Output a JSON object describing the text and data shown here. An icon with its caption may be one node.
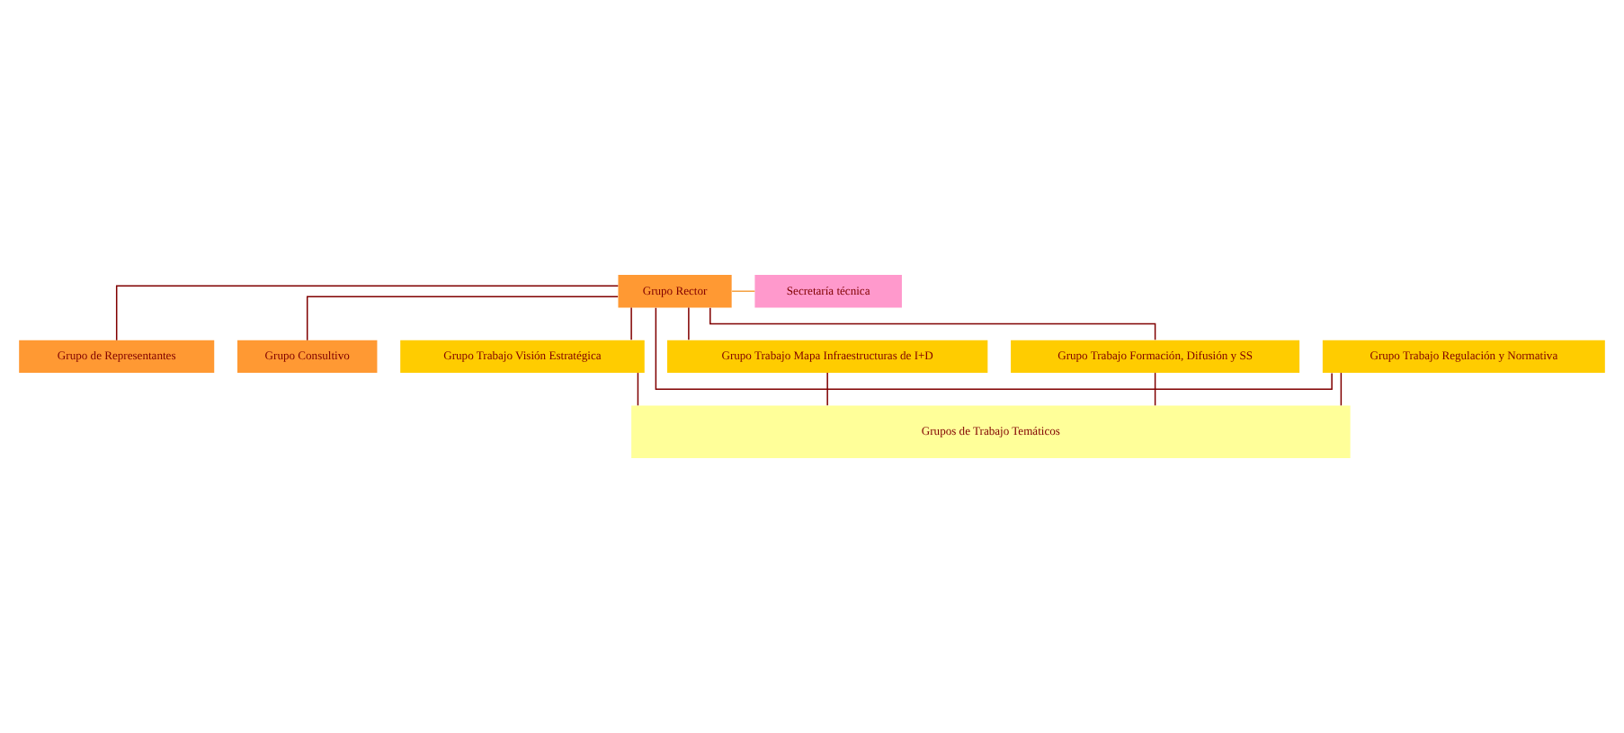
{
  "diagram": {
    "nodes": [
      {
        "text": [
          "Grupo Rector"
        ]
      },
      {
        "text": [
          "Secretaría técnica"
        ]
      },
      {
        "text": [
          "Grupo de Representantes"
        ]
      },
      {
        "text": [
          "Grupo Consultivo"
        ]
      },
      {
        "text": [
          "Grupo Trabajo Visión Estratégica"
        ]
      },
      {
        "text": [
          "Grupo Trabajo Mapa Infraestructuras de I+D"
        ]
      },
      {
        "text": [
          "Grupo Trabajo Formación, Difusión y SS"
        ]
      },
      {
        "text": [
          "Grupo Trabajo Regulación y Normativa"
        ]
      },
      {
        "text": [
          "Grupos de Trabajo Temáticos"
        ]
      }
    ],
    "edges": [
      {
        "from": 0,
        "to": 1,
        "arrow": "none",
        "color": "#f4a040"
      },
      {
        "from": 0,
        "to": 2,
        "arrow": "none"
      },
      {
        "from": 0,
        "to": 3,
        "arrow": "none"
      },
      {
        "from": 0,
        "to": 4,
        "arrow": "none"
      },
      {
        "from": 0,
        "to": 5,
        "arrow": "none"
      },
      {
        "from": 0,
        "to": 6,
        "arrow": "none"
      },
      {
        "from": 0,
        "to": 7,
        "arrow": "none"
      },
      {
        "from": 4,
        "to": 8,
        "arrow": "none"
      },
      {
        "from": 5,
        "to": 8,
        "arrow": "none"
      },
      {
        "from": 6,
        "to": 8,
        "arrow": "none"
      },
      {
        "from": 7,
        "to": 8,
        "arrow": "none"
      }
    ]
  }
}
